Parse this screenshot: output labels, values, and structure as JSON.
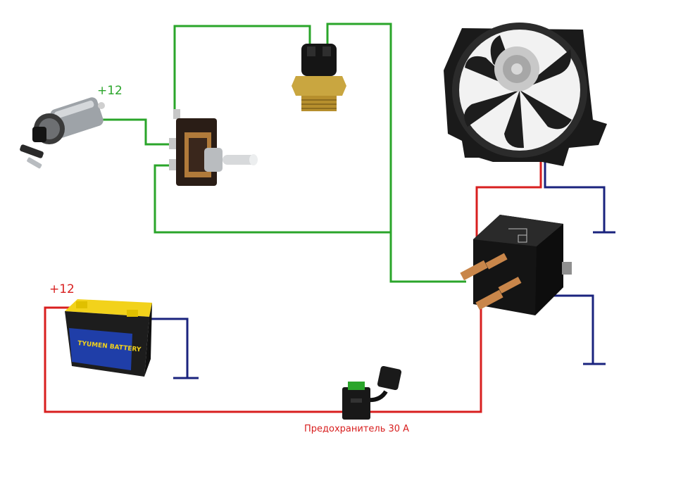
{
  "labels": {
    "ignition_plus": "+12",
    "battery_plus": "+12",
    "fuse": "Предохранитель 30 А"
  },
  "battery": {
    "brand": "TYUMEN BATTERY"
  },
  "colors": {
    "green_wire": "#2aa52a",
    "red_wire": "#d81f1f",
    "blue_wire": "#1a237e",
    "battery_body": "#1d1d1d",
    "battery_lid": "#f2d21b",
    "battery_label": "#1f3ea8",
    "fan_body": "#181818",
    "sensor_brass": "#c9a640",
    "relay_body": "#161616",
    "terminal_copper": "#c9864a"
  },
  "components": [
    {
      "name": "ignition-switch",
      "icon": "ignition-key-icon"
    },
    {
      "name": "toggle-switch",
      "icon": "toggle-switch-icon"
    },
    {
      "name": "temperature-sensor",
      "icon": "thermo-sensor-icon"
    },
    {
      "name": "radiator-fan",
      "icon": "fan-icon"
    },
    {
      "name": "relay",
      "icon": "relay-icon"
    },
    {
      "name": "battery",
      "icon": "battery-icon"
    },
    {
      "name": "fuse-holder",
      "icon": "fuse-icon"
    }
  ]
}
